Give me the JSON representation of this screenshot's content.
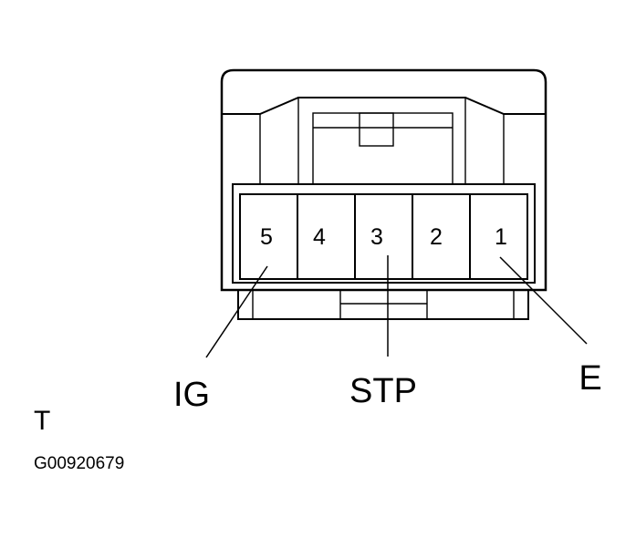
{
  "connector": {
    "pins": [
      {
        "number": "5"
      },
      {
        "number": "4"
      },
      {
        "number": "3"
      },
      {
        "number": "2"
      },
      {
        "number": "1"
      }
    ]
  },
  "callouts": {
    "ig": "IG",
    "stp": "STP",
    "e": "E"
  },
  "corner_mark": "T",
  "figure_code": "G00920679",
  "colors": {
    "line": "#000000",
    "background": "#ffffff"
  }
}
